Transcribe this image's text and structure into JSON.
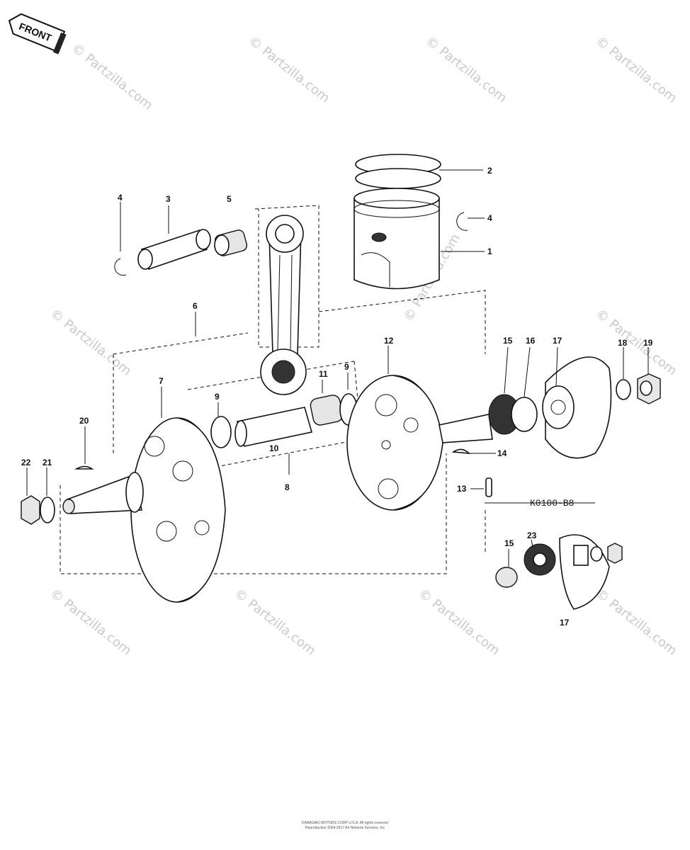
{
  "front_label": "FRONT",
  "diagram_code": "K0100-B8",
  "watermark": "© Partzilla.com",
  "copyright_line1": "KAWASAKI MOTORS CORP U.S.A. All rights reserved",
  "copyright_line2": "Reproduction 2004-2017 Arl Network Services, Inc",
  "callouts": {
    "c1": "1",
    "c2": "2",
    "c3": "3",
    "c4a": "4",
    "c4b": "4",
    "c5": "5",
    "c6": "6",
    "c7": "7",
    "c8": "8",
    "c9a": "9",
    "c9b": "9",
    "c10": "10",
    "c11": "11",
    "c12": "12",
    "c13": "13",
    "c14": "14",
    "c15a": "15",
    "c15b": "15",
    "c16": "16",
    "c17a": "17",
    "c17b": "17",
    "c18": "18",
    "c19": "19",
    "c20": "20",
    "c21": "21",
    "c22": "22",
    "c23": "23"
  }
}
